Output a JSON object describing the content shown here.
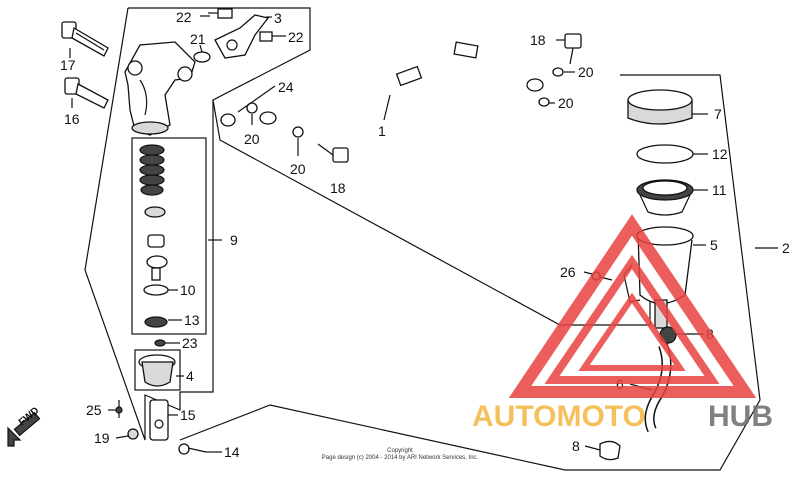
{
  "diagram": {
    "callouts": [
      {
        "id": "c22a",
        "text": "22"
      },
      {
        "id": "c3",
        "text": "3"
      },
      {
        "id": "c21",
        "text": "21"
      },
      {
        "id": "c22b",
        "text": "22"
      },
      {
        "id": "c17",
        "text": "17"
      },
      {
        "id": "c16",
        "text": "16"
      },
      {
        "id": "c24",
        "text": "24"
      },
      {
        "id": "c20a",
        "text": "20"
      },
      {
        "id": "c20b",
        "text": "20"
      },
      {
        "id": "c18a",
        "text": "18"
      },
      {
        "id": "c1",
        "text": "1"
      },
      {
        "id": "c18b",
        "text": "18"
      },
      {
        "id": "c20c",
        "text": "20"
      },
      {
        "id": "c20d",
        "text": "20"
      },
      {
        "id": "c7",
        "text": "7"
      },
      {
        "id": "c12",
        "text": "12"
      },
      {
        "id": "c11",
        "text": "11"
      },
      {
        "id": "c5",
        "text": "5"
      },
      {
        "id": "c2",
        "text": "2"
      },
      {
        "id": "c26",
        "text": "26"
      },
      {
        "id": "c8a",
        "text": "8"
      },
      {
        "id": "c6",
        "text": "6"
      },
      {
        "id": "c8b",
        "text": "8"
      },
      {
        "id": "c9",
        "text": "9"
      },
      {
        "id": "c10",
        "text": "10"
      },
      {
        "id": "c13",
        "text": "13"
      },
      {
        "id": "c23",
        "text": "23"
      },
      {
        "id": "c4",
        "text": "4"
      },
      {
        "id": "c25",
        "text": "25"
      },
      {
        "id": "c15",
        "text": "15"
      },
      {
        "id": "c19",
        "text": "19"
      },
      {
        "id": "c14",
        "text": "14"
      }
    ],
    "direction_label": "FWD",
    "copyright_line1": "Copyright",
    "copyright_line2": "Page design (c) 2004 - 2014 by ARI Network Services, Inc."
  },
  "watermark": {
    "brand_part1": "AUTOMOTO",
    "brand_part2": "HUB",
    "triangle_color": "#e8423f",
    "text_color": "#f4b640",
    "hub_color": "#6a6a6a"
  }
}
